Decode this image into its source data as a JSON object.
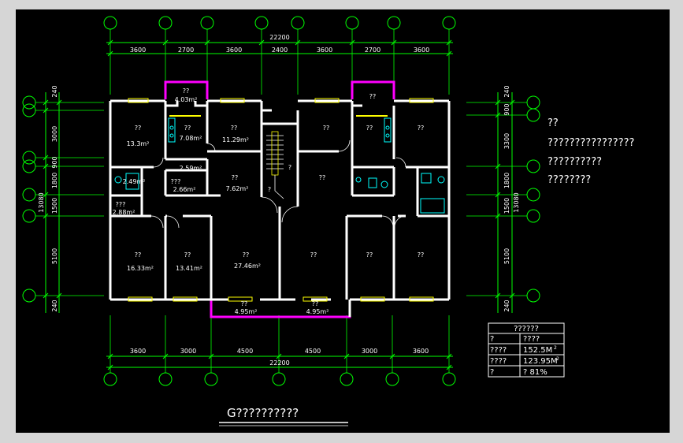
{
  "dims_top": {
    "overall": "22200",
    "segments": [
      "3600",
      "2700",
      "3600",
      "2400",
      "3600",
      "2700",
      "3600"
    ]
  },
  "dims_bottom": {
    "overall": "22200",
    "segments": [
      "3600",
      "3000",
      "4500",
      "4500",
      "3000",
      "3600"
    ]
  },
  "dims_left": {
    "overall": "13080",
    "segments": [
      "240",
      "3000",
      "900",
      "1800",
      "1500",
      "5100",
      "240"
    ]
  },
  "dims_right": {
    "overall": "13080",
    "segments": [
      "240",
      "900",
      "3300",
      "1800",
      "1500",
      "5100",
      "240"
    ]
  },
  "rooms": {
    "left_top_bed": {
      "name": "??",
      "area": "13.3m²"
    },
    "left_kitchen": {
      "name": "??",
      "area": "7.08m²"
    },
    "left_small_bed": {
      "name": "??",
      "area": "11.29m²"
    },
    "left_balcony_top": {
      "name": "??",
      "area": "4.03m²"
    },
    "left_hall_a": {
      "area": "2.59m²"
    },
    "left_hall_b": {
      "name": "???",
      "area": "2.66m²"
    },
    "left_bath": {
      "area": "2.49m²"
    },
    "left_store": {
      "name": "???",
      "area": "2.88m²"
    },
    "left_dining": {
      "name": "??",
      "area": "7.62m²"
    },
    "left_bed_1": {
      "name": "??",
      "area": "16.33m²"
    },
    "left_bed_2": {
      "name": "??",
      "area": "13.41m²"
    },
    "left_living": {
      "name": "??",
      "area": "27.46m²"
    },
    "left_balcony_bottom": {
      "name": "??",
      "area": "4.95m²"
    },
    "right_balcony_bottom": {
      "name": "??",
      "area": "4.95m²"
    },
    "right_balcony_top": {
      "name": "??"
    },
    "right_top_bed": {
      "name": "??"
    },
    "right_kitchen": {
      "name": "??"
    },
    "right_small_bed": {
      "name": "??"
    },
    "right_dining": {
      "name": "??"
    },
    "right_living": {
      "name": "??"
    },
    "right_bed_1": {
      "name": "??"
    },
    "right_bed_2": {
      "name": "??"
    },
    "stair": {
      "name": "?"
    },
    "stair_b": {
      "name": "?"
    }
  },
  "notes": {
    "title": "??",
    "lines": [
      "????????????????",
      "??????????",
      "????????"
    ]
  },
  "table": {
    "header": "??????",
    "rows": [
      {
        "label": "?",
        "value": "????"
      },
      {
        "label": "????",
        "value": "152.5M",
        "sup": "2"
      },
      {
        "label": "????",
        "value": "123.95M",
        "sup": "2"
      },
      {
        "label": "?",
        "value": "?  81%"
      }
    ]
  },
  "drawing_title": "G??????????",
  "colors": {
    "background": "#000000",
    "frame": "#d6d6d6",
    "dimension": "#00ff00",
    "wall": "#ffffff",
    "balcony": "#ff00ff",
    "window": "#ffff00",
    "fixture": "#00ffff",
    "text": "#ffffff"
  }
}
